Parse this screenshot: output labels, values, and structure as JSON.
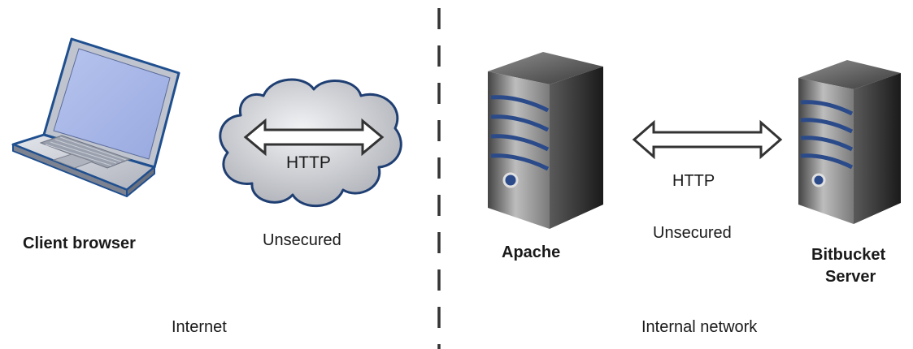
{
  "left_zone": {
    "client_label": "Client browser",
    "protocol_label": "HTTP",
    "security_label": "Unsecured",
    "zone_label": "Internet"
  },
  "right_zone": {
    "proxy_label": "Apache",
    "protocol_label": "HTTP",
    "security_label": "Unsecured",
    "server_label_line1": "Bitbucket",
    "server_label_line2": "Server",
    "zone_label": "Internal network"
  },
  "colors": {
    "laptop_body": "#c9cdd6",
    "laptop_outline": "#1f4f8f",
    "laptop_screen": "#a9b8e8",
    "cloud_fill": "#c4c6cc",
    "cloud_outline": "#1f3f73",
    "server_dark": "#2b2b2b",
    "server_light": "#9b9b9b",
    "server_stripe": "#2a4a8a",
    "divider": "#333333"
  },
  "icons": [
    "laptop-icon",
    "cloud-icon",
    "double-arrow-icon",
    "server-icon"
  ]
}
